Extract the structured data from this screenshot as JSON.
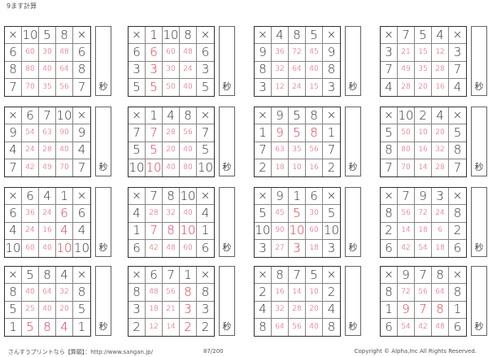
{
  "title": "9ます計算",
  "times_symbol": "×",
  "seconds_label": "秒",
  "puzzles": [
    {
      "cols": [
        "10",
        "5",
        "8"
      ],
      "rows": [
        "6",
        "8",
        "7"
      ],
      "products": [
        [
          "60",
          "30",
          "48"
        ],
        [
          "80",
          "40",
          "64"
        ],
        [
          "70",
          "35",
          "56"
        ]
      ]
    },
    {
      "cols": [
        "1",
        "10",
        "8"
      ],
      "rows": [
        "6",
        "3",
        "5"
      ],
      "products": [
        [
          "6",
          "60",
          "48"
        ],
        [
          "3",
          "30",
          "24"
        ],
        [
          "5",
          "50",
          "40"
        ]
      ]
    },
    {
      "cols": [
        "4",
        "8",
        "5"
      ],
      "rows": [
        "9",
        "8",
        "3"
      ],
      "products": [
        [
          "36",
          "72",
          "45"
        ],
        [
          "32",
          "64",
          "40"
        ],
        [
          "12",
          "24",
          "15"
        ]
      ]
    },
    {
      "cols": [
        "7",
        "5",
        "4"
      ],
      "rows": [
        "3",
        "7",
        "4"
      ],
      "products": [
        [
          "21",
          "15",
          "12"
        ],
        [
          "49",
          "35",
          "28"
        ],
        [
          "28",
          "20",
          "16"
        ]
      ]
    },
    {
      "cols": [
        "6",
        "7",
        "10"
      ],
      "rows": [
        "9",
        "4",
        "7"
      ],
      "products": [
        [
          "54",
          "63",
          "90"
        ],
        [
          "24",
          "28",
          "40"
        ],
        [
          "42",
          "49",
          "70"
        ]
      ]
    },
    {
      "cols": [
        "1",
        "4",
        "8"
      ],
      "rows": [
        "7",
        "5",
        "10"
      ],
      "products": [
        [
          "7",
          "28",
          "56"
        ],
        [
          "5",
          "20",
          "40"
        ],
        [
          "10",
          "40",
          "80"
        ]
      ]
    },
    {
      "cols": [
        "9",
        "5",
        "8"
      ],
      "rows": [
        "1",
        "7",
        "2"
      ],
      "products": [
        [
          "9",
          "5",
          "8"
        ],
        [
          "63",
          "35",
          "56"
        ],
        [
          "18",
          "10",
          "16"
        ]
      ]
    },
    {
      "cols": [
        "10",
        "2",
        "4"
      ],
      "rows": [
        "5",
        "8",
        "7"
      ],
      "products": [
        [
          "50",
          "10",
          "20"
        ],
        [
          "80",
          "16",
          "32"
        ],
        [
          "70",
          "14",
          "28"
        ]
      ]
    },
    {
      "cols": [
        "6",
        "4",
        "1"
      ],
      "rows": [
        "6",
        "4",
        "10"
      ],
      "products": [
        [
          "36",
          "24",
          "6"
        ],
        [
          "24",
          "16",
          "4"
        ],
        [
          "60",
          "40",
          "10"
        ]
      ]
    },
    {
      "cols": [
        "7",
        "8",
        "10"
      ],
      "rows": [
        "4",
        "1",
        "6"
      ],
      "products": [
        [
          "28",
          "32",
          "40"
        ],
        [
          "7",
          "8",
          "10"
        ],
        [
          "42",
          "48",
          "60"
        ]
      ]
    },
    {
      "cols": [
        "9",
        "1",
        "6"
      ],
      "rows": [
        "5",
        "10",
        "3"
      ],
      "products": [
        [
          "45",
          "5",
          "30"
        ],
        [
          "90",
          "10",
          "60"
        ],
        [
          "27",
          "3",
          "18"
        ]
      ]
    },
    {
      "cols": [
        "7",
        "9",
        "3"
      ],
      "rows": [
        "8",
        "2",
        "6"
      ],
      "products": [
        [
          "56",
          "72",
          "24"
        ],
        [
          "14",
          "18",
          "6"
        ],
        [
          "42",
          "54",
          "18"
        ]
      ]
    },
    {
      "cols": [
        "5",
        "8",
        "4"
      ],
      "rows": [
        "8",
        "5",
        "1"
      ],
      "products": [
        [
          "40",
          "64",
          "32"
        ],
        [
          "25",
          "40",
          "20"
        ],
        [
          "5",
          "8",
          "4"
        ]
      ]
    },
    {
      "cols": [
        "6",
        "7",
        "1"
      ],
      "rows": [
        "8",
        "3",
        "2"
      ],
      "products": [
        [
          "48",
          "56",
          "8"
        ],
        [
          "18",
          "21",
          "3"
        ],
        [
          "12",
          "14",
          "2"
        ]
      ]
    },
    {
      "cols": [
        "8",
        "7",
        "5"
      ],
      "rows": [
        "2",
        "4",
        "8"
      ],
      "products": [
        [
          "16",
          "14",
          "10"
        ],
        [
          "32",
          "28",
          "20"
        ],
        [
          "64",
          "56",
          "40"
        ]
      ]
    },
    {
      "cols": [
        "9",
        "7",
        "8"
      ],
      "rows": [
        "8",
        "1",
        "6"
      ],
      "products": [
        [
          "72",
          "56",
          "64"
        ],
        [
          "9",
          "7",
          "8"
        ],
        [
          "54",
          "42",
          "48"
        ]
      ]
    }
  ],
  "footer": {
    "promo": "さんすうプリントなら【算願】：http://www.sangan.jp/",
    "page": "87/200",
    "copyright": "Copyright © Alpha,Inc All Rights Reserved."
  },
  "colors": {
    "answer": "#e8344a",
    "text": "#333333"
  }
}
